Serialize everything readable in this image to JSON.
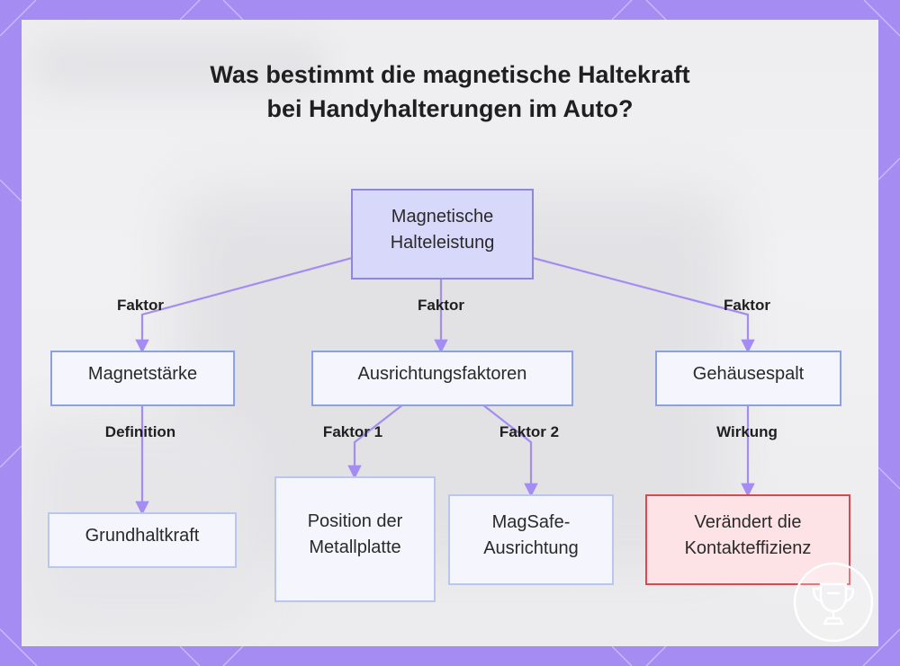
{
  "title": "Was bestimmt die magnetische Haltekraft bei Handyhalterungen im Auto?",
  "nodes": {
    "root": "Magnetische Halteleistung",
    "magnetstaerke": "Magnetstärke",
    "ausrichtung": "Ausrichtungsfaktoren",
    "gehaeusespalt": "Gehäusespalt",
    "grundhaltkraft": "Grundhaltkraft",
    "metallplatte": "Position der Metallplatte",
    "magsafe": "MagSafe-Ausrichtung",
    "kontakteffizienz": "Verändert die Kontakteffizienz"
  },
  "edge_labels": {
    "root_magnet": "Faktor",
    "root_ausrichtung": "Faktor",
    "root_spalt": "Faktor",
    "magnet_grund": "Definition",
    "ausrichtung_platte": "Faktor 1",
    "ausrichtung_magsafe": "Faktor 2",
    "spalt_kontakt": "Wirkung"
  },
  "colors": {
    "frame": "#a48cf2",
    "edge": "#a48cf2",
    "root_fill": "#d8d8fb",
    "node_border": "#8aa2e4",
    "highlight_border": "#d84a52",
    "highlight_fill": "#fde3e6"
  },
  "logo": {
    "icon": "trophy-cup-icon"
  }
}
